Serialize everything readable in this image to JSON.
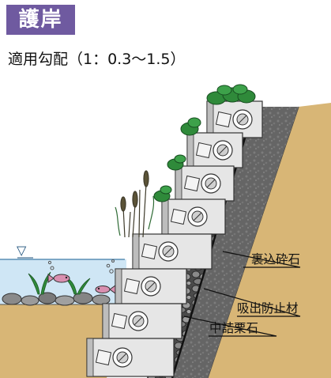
{
  "title": "護岸",
  "subtitle": "適用勾配（1：0.3～1.5）",
  "water_level_symbol": "▽",
  "labels": {
    "backfill_stone": "裏込砕石",
    "suction_prevention": "吸出防止材",
    "infill_stone": "中詰栗石"
  },
  "colors": {
    "title_bg": "#6f5aa0",
    "water": "#cfe6f5",
    "soil": "#d8b676",
    "backfill": "#6b6b6b",
    "block": "#e6e6e6",
    "plant": "#2f8a3a"
  }
}
